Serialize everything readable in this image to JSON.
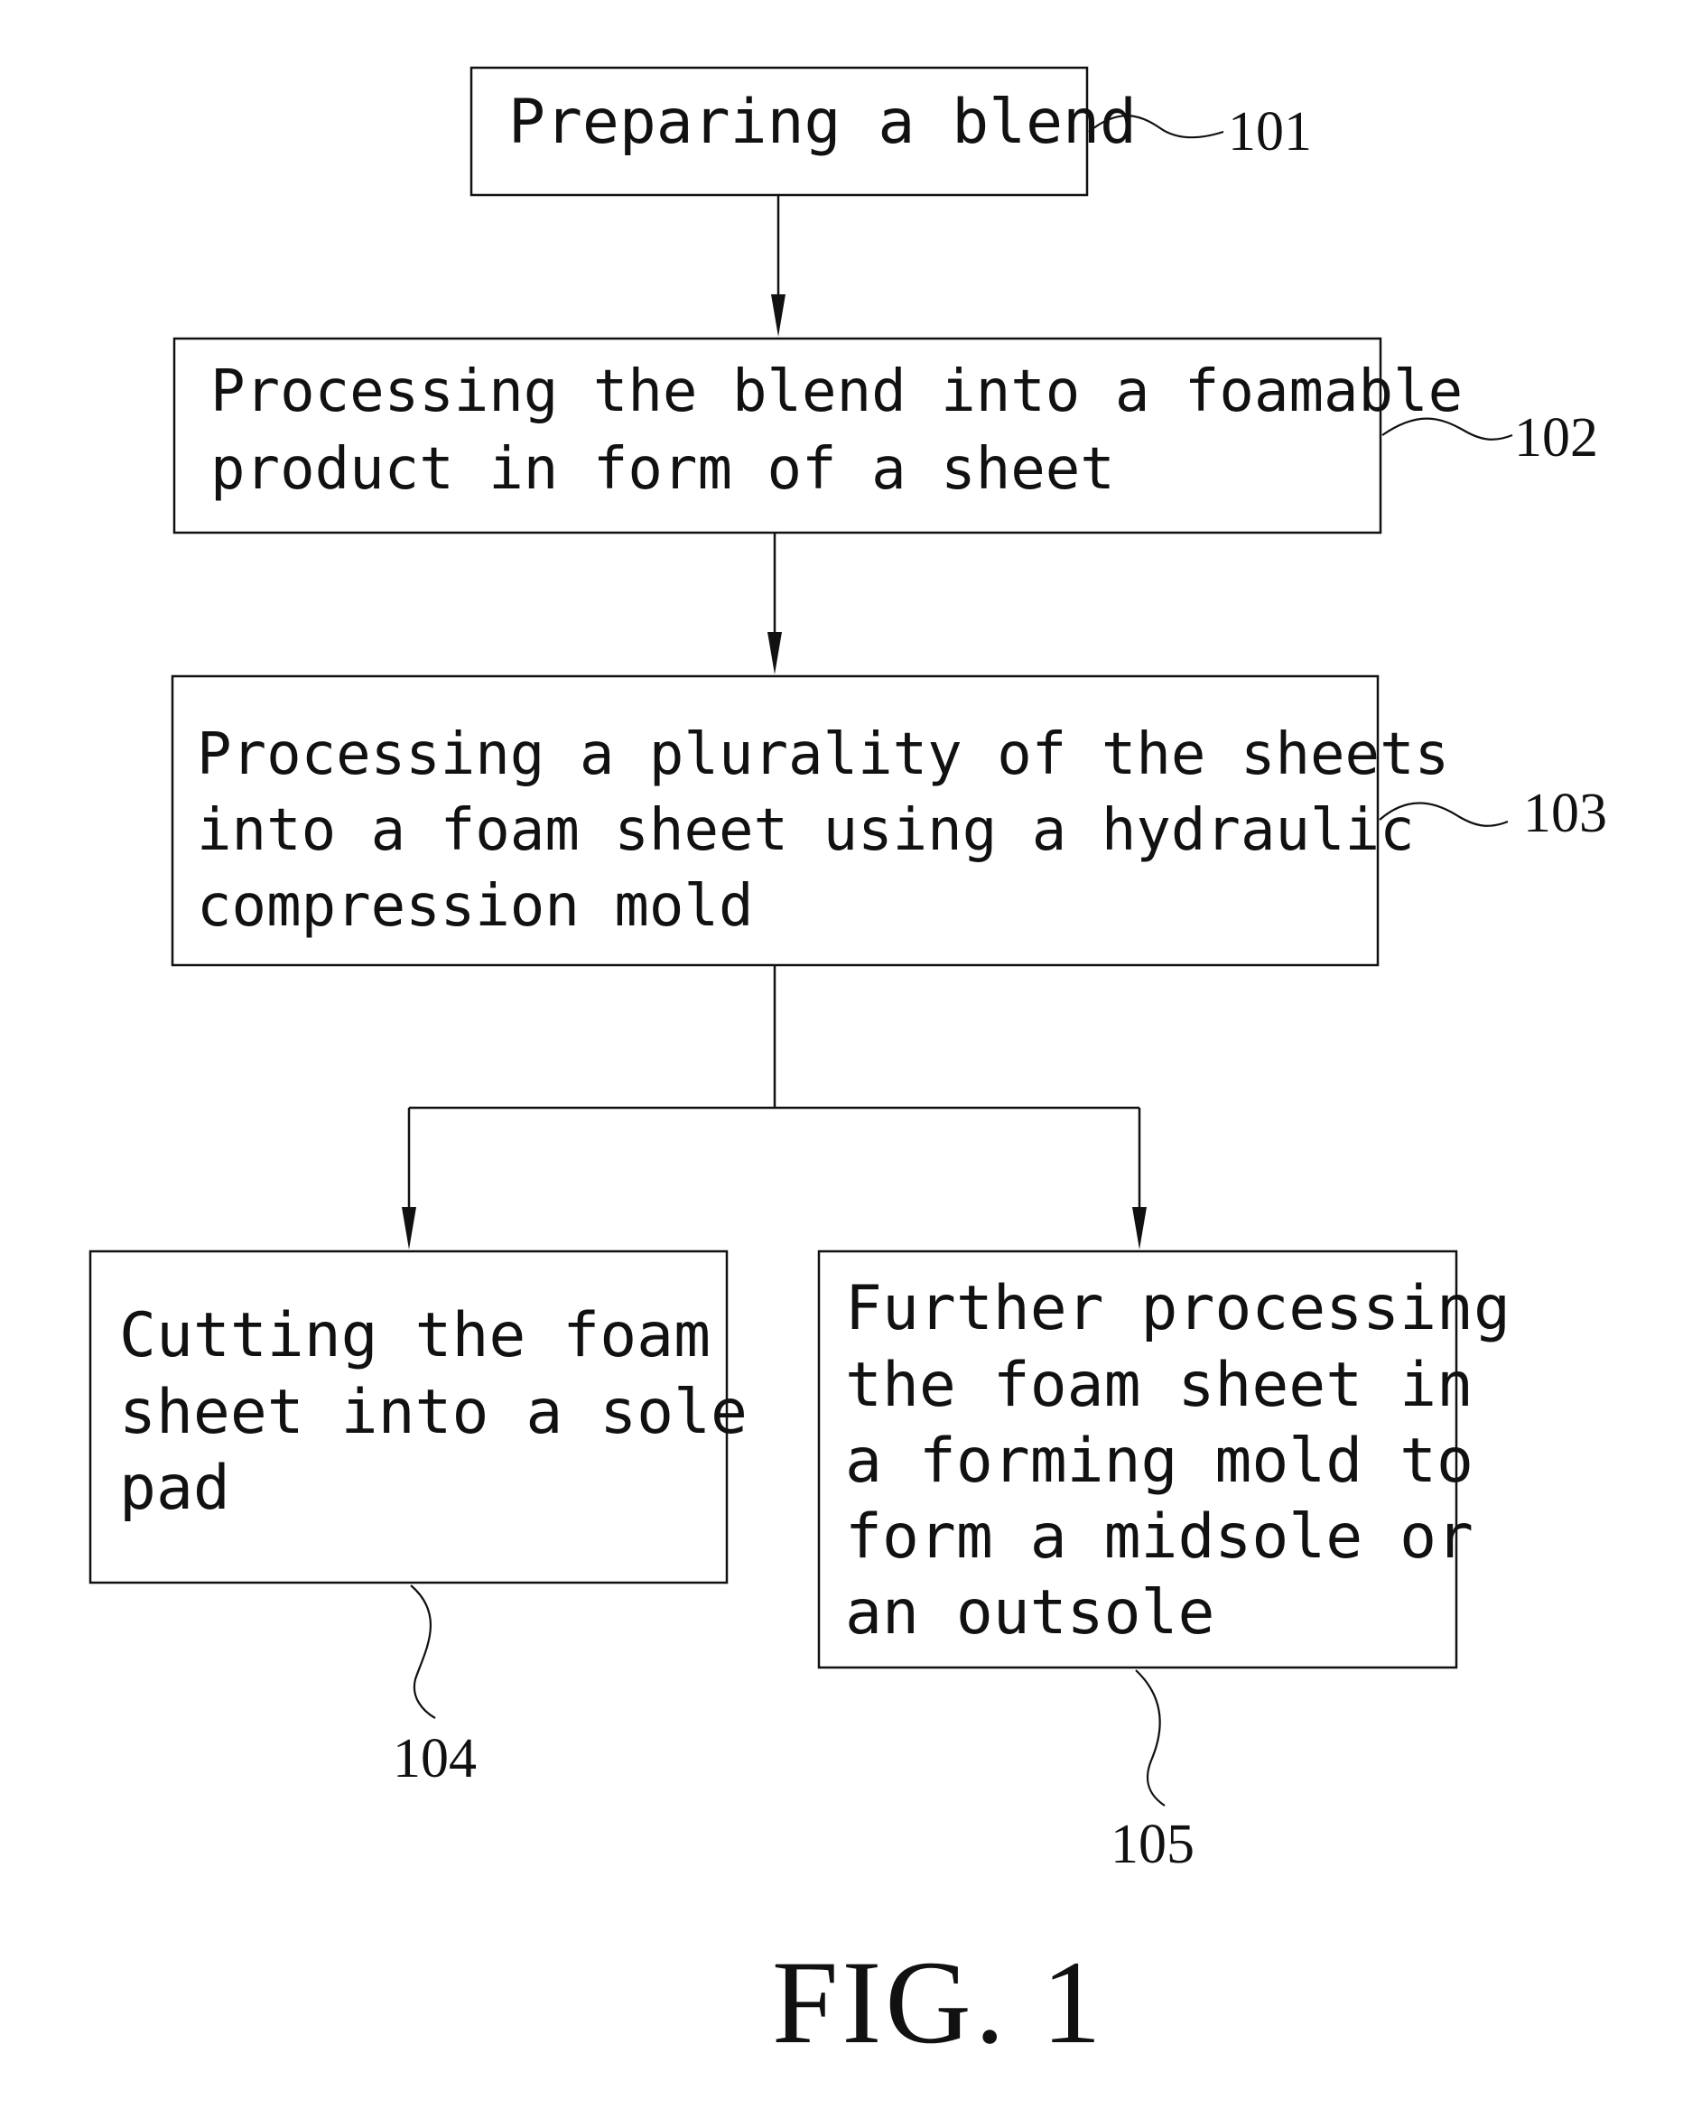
{
  "steps": [
    {
      "ref": "101",
      "lines": [
        "Preparing a blend"
      ]
    },
    {
      "ref": "102",
      "lines": [
        "Processing the blend into a foamable",
        "product in form of a sheet"
      ]
    },
    {
      "ref": "103",
      "lines": [
        "Processing a plurality of the sheets",
        "into a foam sheet using a hydraulic",
        "compression mold"
      ]
    },
    {
      "ref": "104",
      "lines": [
        "Cutting  the  foam",
        "sheet into a sole",
        "pad"
      ]
    },
    {
      "ref": "105",
      "lines": [
        "Further processing",
        "the  foam  sheet  in",
        "a forming mold to",
        "form a midsole or",
        "an outsole"
      ]
    }
  ],
  "figure_label": "FIG. 1"
}
